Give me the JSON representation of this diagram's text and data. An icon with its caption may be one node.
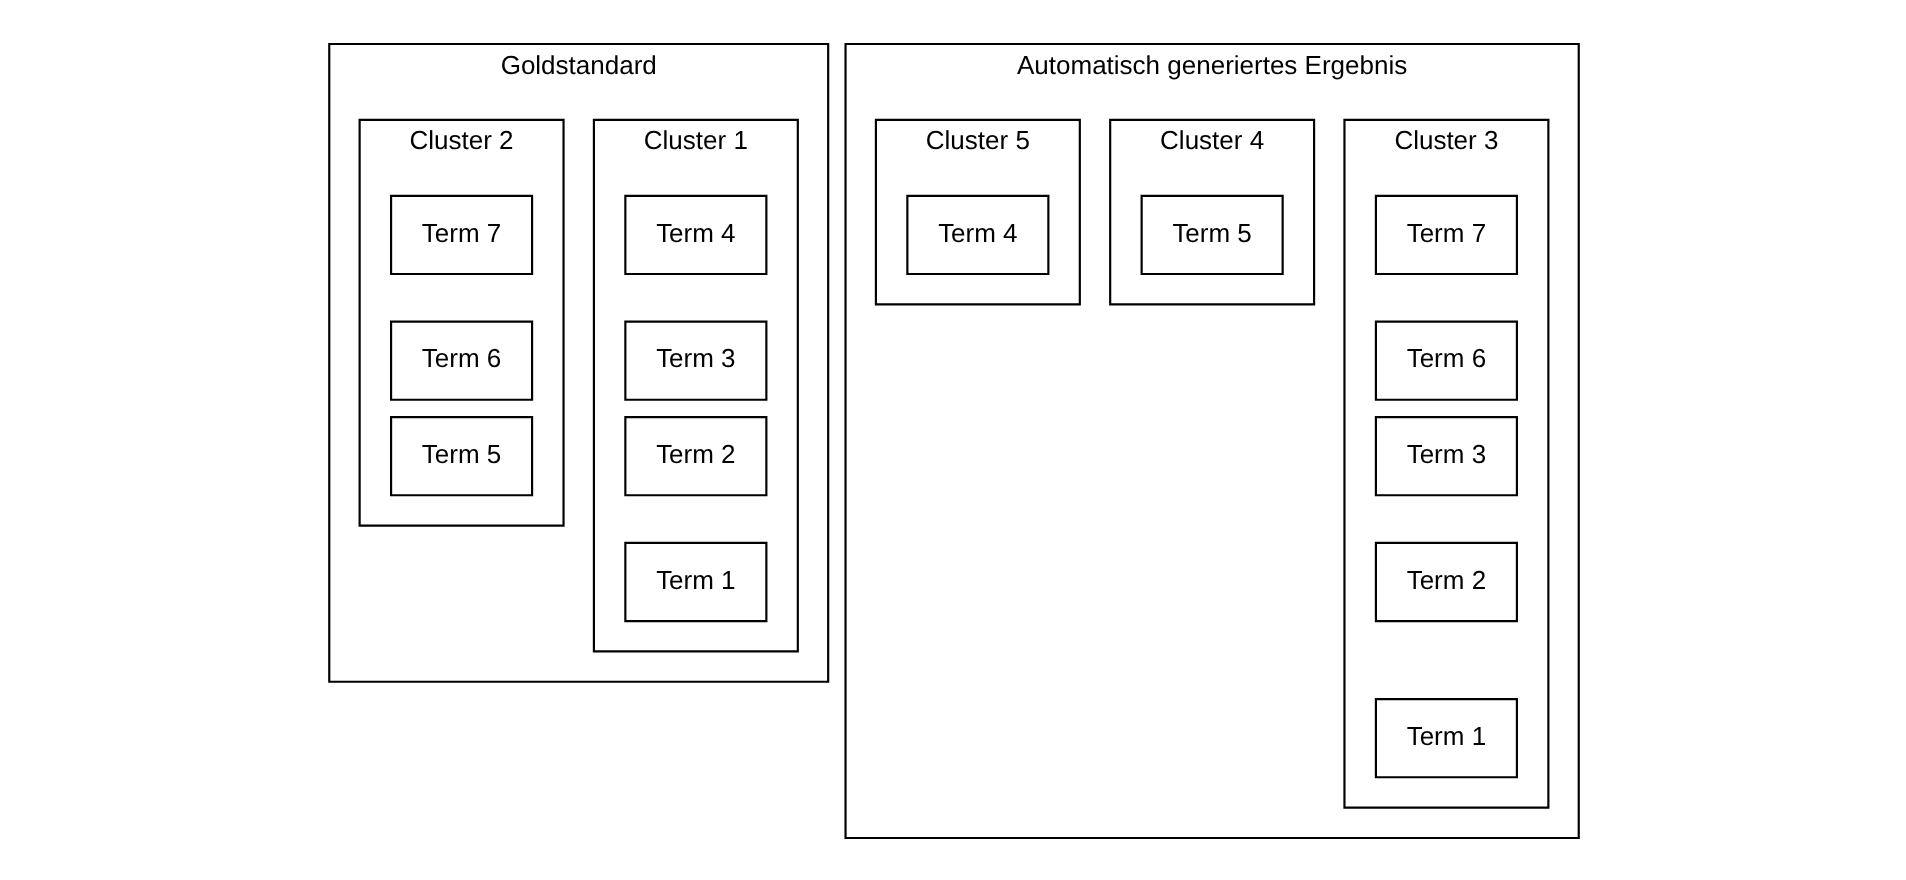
{
  "diagram": {
    "nodes": [
      {
        "text": [
          "Goldstandard"
        ]
      },
      {
        "text": [
          "Cluster 1"
        ],
        "in": 0
      },
      {
        "text": [
          "Cluster 2"
        ],
        "in": 0
      },
      {
        "text": [
          "Term 4"
        ],
        "in": 1
      },
      {
        "text": [
          "Term 3"
        ],
        "in": 1
      },
      {
        "text": [
          "Term 2"
        ],
        "in": 1
      },
      {
        "text": [
          "Term 1"
        ],
        "in": 1
      },
      {
        "text": [
          "Term 7"
        ],
        "in": 2
      },
      {
        "text": [
          "Term 6"
        ],
        "in": 2
      },
      {
        "text": [
          "Term 5"
        ],
        "in": 2
      },
      {
        "text": [
          "Automatisch generiertes Ergebnis"
        ]
      },
      {
        "text": [
          "Cluster 3"
        ],
        "in": 10
      },
      {
        "text": [
          "Cluster 4"
        ],
        "in": 10
      },
      {
        "text": [
          "Cluster 5"
        ],
        "in": 10
      },
      {
        "text": [
          "Term 7"
        ],
        "in": 11
      },
      {
        "text": [
          "Term 6"
        ],
        "in": 11
      },
      {
        "text": [
          "Term 3"
        ],
        "in": 11
      },
      {
        "text": [
          "Term 2"
        ],
        "in": 11
      },
      {
        "text": [
          "Term 1"
        ],
        "in": 11
      },
      {
        "text": [
          "Term 5"
        ],
        "in": 12
      },
      {
        "text": [
          "Term 4"
        ],
        "in": 13
      }
    ],
    "edges": []
  }
}
